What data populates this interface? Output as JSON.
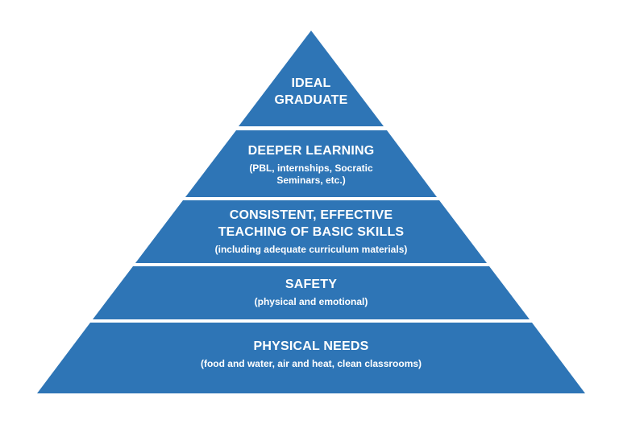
{
  "diagram": {
    "type": "pyramid",
    "levels": 5,
    "colors": {
      "fill": "#2E75B6",
      "text": "#FFFFFF",
      "background": "#FFFFFF",
      "separator": "#FFFFFF"
    },
    "tiers": [
      {
        "label": "IDEAL GRADUATE",
        "sublabel": ""
      },
      {
        "label": "DEEPER LEARNING",
        "sublabel": "(PBL, internships, Socratic Seminars, etc.)"
      },
      {
        "label": "CONSISTENT, EFFECTIVE TEACHING OF BASIC SKILLS",
        "sublabel": "(including adequate curriculum materials)"
      },
      {
        "label": "SAFETY",
        "sublabel": "(physical and emotional)"
      },
      {
        "label": "PHYSICAL NEEDS",
        "sublabel": "(food and water, air and heat, clean classrooms)"
      }
    ]
  }
}
